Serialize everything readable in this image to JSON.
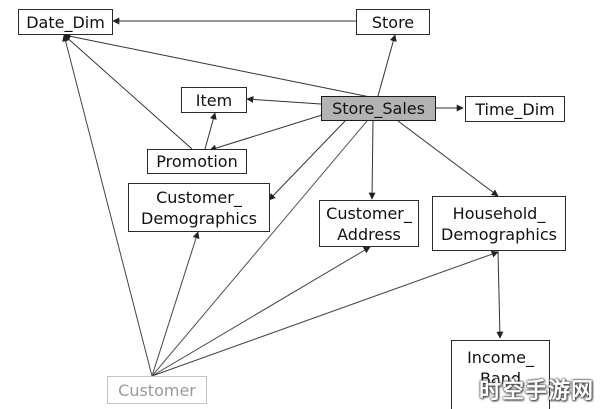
{
  "nodes": {
    "date_dim": "Date_Dim",
    "store": "Store",
    "item": "Item",
    "store_sales": "Store_Sales",
    "time_dim": "Time_Dim",
    "promotion": "Promotion",
    "customer_demographics": "Customer_\nDemographics",
    "customer_address": "Customer_\nAddress",
    "household_demographics": "Household_\nDemographics",
    "income_band": "Income_\nBand",
    "customer": "Customer"
  },
  "watermark": "时空手游网",
  "colors": {
    "fact_fill": "#b3b3b3",
    "line": "#333333",
    "faded_line": "#bdbdbd",
    "faded_text": "#9a9a9a"
  }
}
